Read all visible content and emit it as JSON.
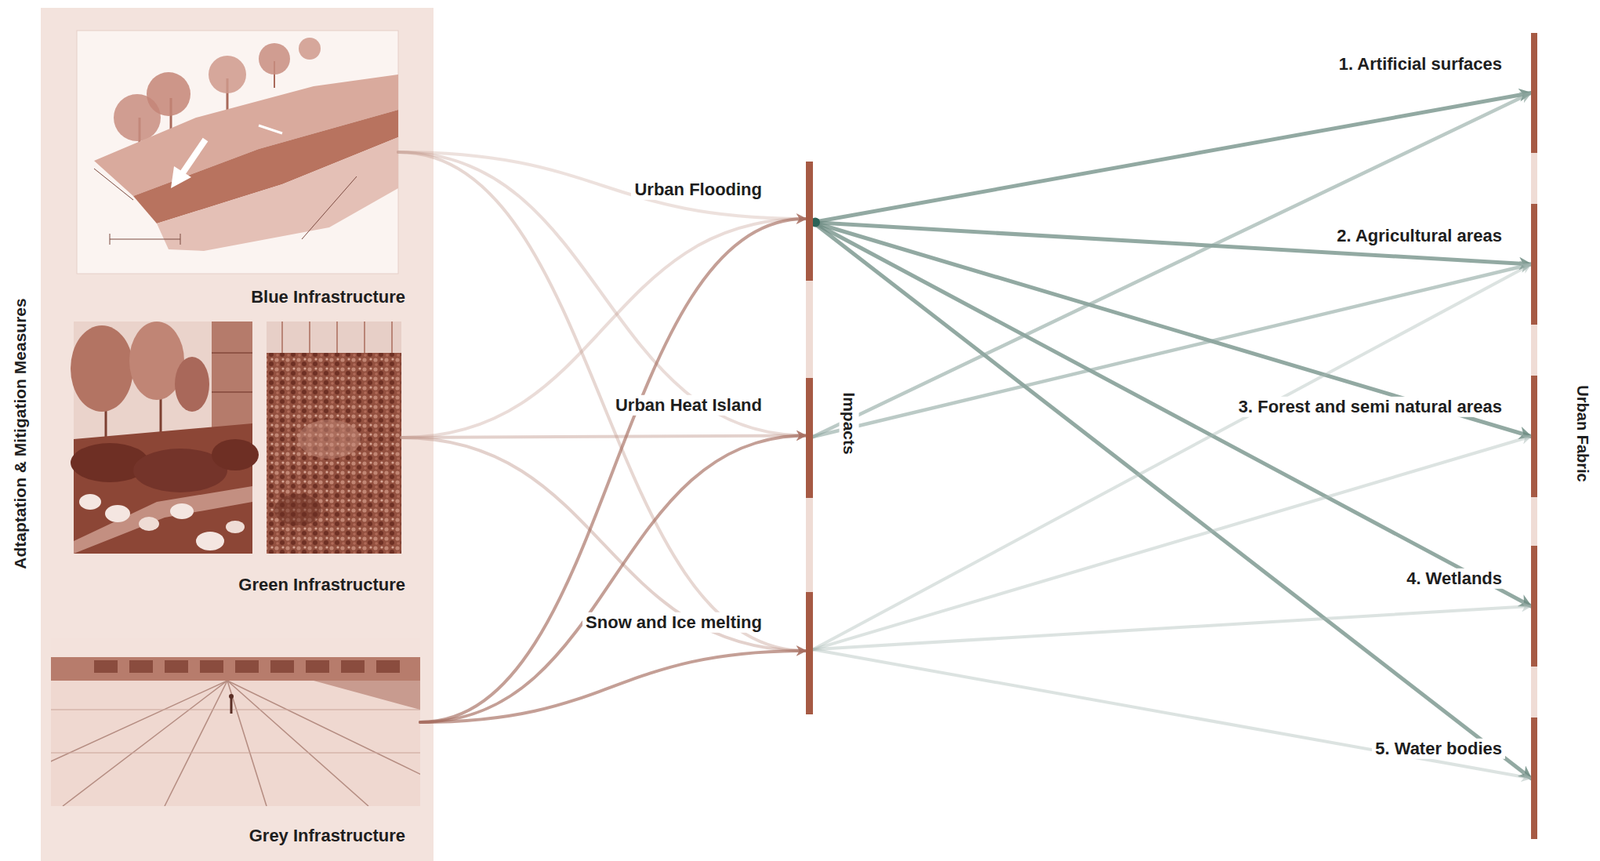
{
  "diagram": {
    "nodes": [
      {
        "text": [
          "Adtaptation & Mitigation Measures"
        ]
      },
      {
        "text": [
          "Blue Infrastructure"
        ],
        "in": 0
      },
      {
        "text": [
          "Green Infrastructure"
        ],
        "in": 0
      },
      {
        "text": [
          "Grey Infrastructure"
        ],
        "in": 0
      },
      {
        "text": [
          "Impacts"
        ]
      },
      {
        "text": [
          "Urban Flooding"
        ],
        "in": 4
      },
      {
        "text": [
          "Urban Heat Island"
        ],
        "in": 4
      },
      {
        "text": [
          "Snow and Ice melting"
        ],
        "in": 4
      },
      {
        "text": [
          "Urban Fabric"
        ]
      },
      {
        "text": [
          "1. Artificial surfaces"
        ],
        "in": 8
      },
      {
        "text": [
          "2. Agricultural areas"
        ],
        "in": 8
      },
      {
        "text": [
          "3. Forest and semi natural areas"
        ],
        "in": 8
      },
      {
        "text": [
          "4. Wetlands"
        ],
        "in": 8
      },
      {
        "text": [
          "5. Water bodies"
        ],
        "in": 8
      }
    ],
    "edges": [
      {
        "from": 1,
        "to": 5,
        "arrow": "to"
      },
      {
        "from": 1,
        "to": 6,
        "arrow": "to"
      },
      {
        "from": 1,
        "to": 7,
        "arrow": "to"
      },
      {
        "from": 2,
        "to": 5,
        "arrow": "to"
      },
      {
        "from": 2,
        "to": 6,
        "arrow": "to"
      },
      {
        "from": 2,
        "to": 7,
        "arrow": "to"
      },
      {
        "from": 3,
        "to": 5,
        "arrow": "to"
      },
      {
        "from": 3,
        "to": 6,
        "arrow": "to"
      },
      {
        "from": 3,
        "to": 7,
        "arrow": "to"
      },
      {
        "from": 5,
        "to": 9,
        "arrow": "to"
      },
      {
        "from": 5,
        "to": 10,
        "arrow": "to"
      },
      {
        "from": 5,
        "to": 11,
        "arrow": "to"
      },
      {
        "from": 5,
        "to": 12,
        "arrow": "to"
      },
      {
        "from": 5,
        "to": 13,
        "arrow": "to"
      },
      {
        "from": 6,
        "to": 9,
        "arrow": "to"
      },
      {
        "from": 6,
        "to": 10,
        "arrow": "to"
      },
      {
        "from": 7,
        "to": 10,
        "arrow": "to"
      },
      {
        "from": 7,
        "to": 11,
        "arrow": "to"
      },
      {
        "from": 7,
        "to": 12,
        "arrow": "to"
      },
      {
        "from": 7,
        "to": 13,
        "arrow": "to"
      }
    ]
  }
}
